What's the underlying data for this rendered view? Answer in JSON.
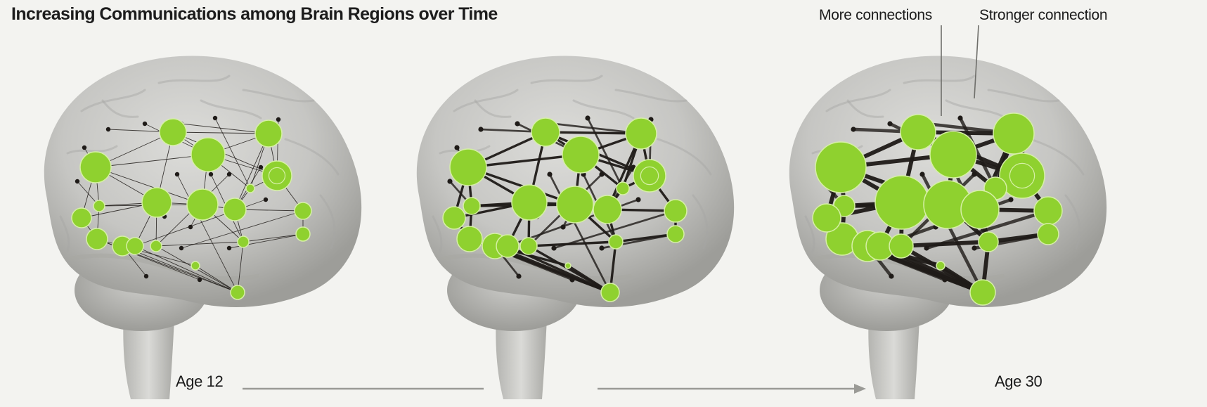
{
  "title": "Increasing Communications among Brain Regions over Time",
  "callouts": {
    "more_connections": "More connections",
    "stronger_connection": "Stronger connection"
  },
  "timeline": {
    "start_label": "Age 12",
    "end_label": "Age 30"
  },
  "colors": {
    "node_fill": "#8fd12f",
    "node_stroke": "#d6f0a6",
    "edge": "#1f1b18",
    "brain": "#c9c9c6",
    "brain_shadow": "#a7a7a3",
    "background": "#f3f3f0",
    "arrow": "#9a9a96"
  },
  "stages": [
    {
      "name": "stage-1",
      "connection_level": "sparse",
      "node_count": 20,
      "edge_weight": "thin"
    },
    {
      "name": "stage-2",
      "connection_level": "moderate",
      "node_count": 20,
      "edge_weight": "medium"
    },
    {
      "name": "stage-3",
      "connection_level": "dense",
      "node_count": 20,
      "edge_weight": "thick"
    }
  ]
}
